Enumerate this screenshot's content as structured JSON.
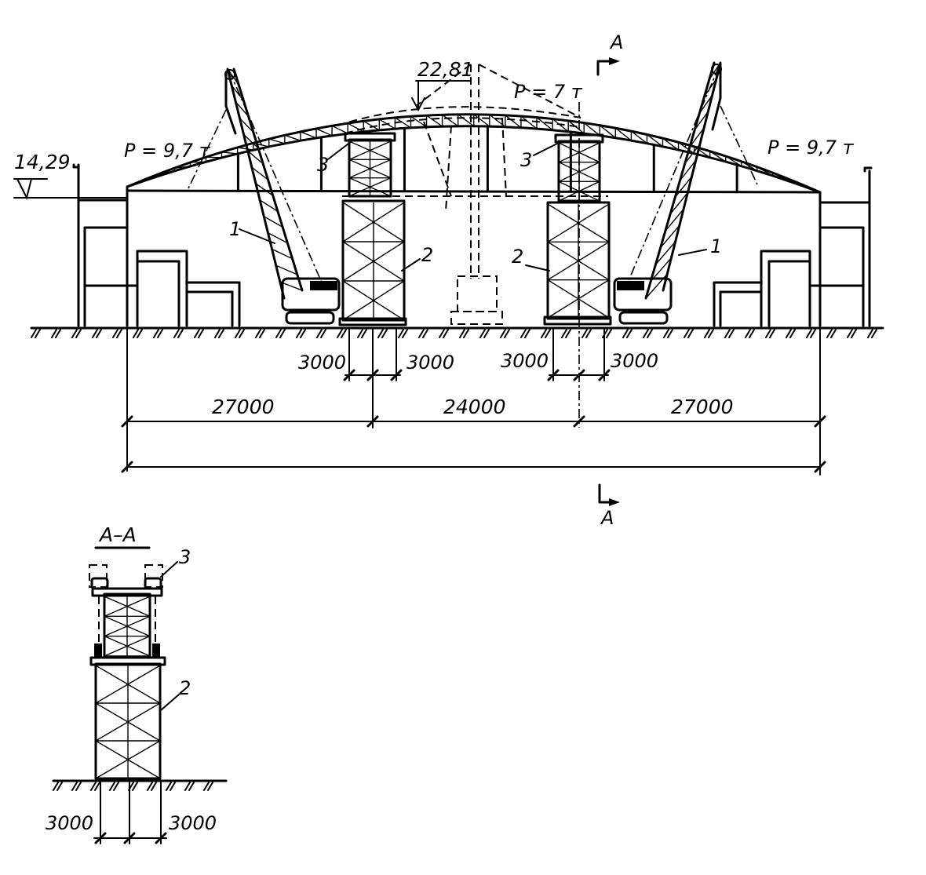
{
  "elevation": {
    "label_left_load": "P = 9,7 т",
    "label_right_load": "P = 9,7 т",
    "label_center_load": "P = 7 т",
    "mark_eaves": "14,29",
    "mark_crown": "22,81",
    "section_mark": "А",
    "callout_crane": "1",
    "callout_tower": "2",
    "callout_subtower": "3"
  },
  "dimensions": {
    "tower_half": "3000",
    "span_side": "27000",
    "span_middle": "24000"
  },
  "section": {
    "title": "А–А",
    "callout_subtower": "3",
    "callout_tower": "2",
    "tower_half": "3000"
  }
}
